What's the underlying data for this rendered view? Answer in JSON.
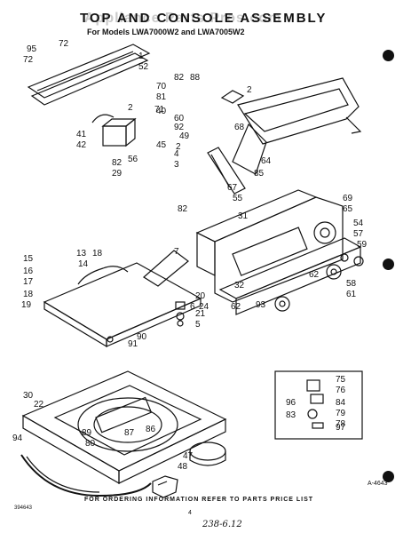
{
  "title": "TOP AND CONSOLE ASSEMBLY",
  "subtitle": "For Models LWA7000W2 and LWA7005W2",
  "watermark": "Appliance Parts Pros.com",
  "footer_text": "FOR ORDERING INFORMATION REFER TO PARTS PRICE LIST",
  "diagram_id": "A-4643",
  "doc_code": "394643",
  "page_mark": "4",
  "handwritten_note": "238-6.12",
  "part_numbers": [
    "95",
    "72",
    "72",
    "1",
    "52",
    "70",
    "81",
    "82",
    "88",
    "2",
    "2",
    "71",
    "40",
    "60",
    "92",
    "49",
    "2",
    "41",
    "42",
    "45",
    "56",
    "68",
    "82",
    "29",
    "4",
    "3",
    "67",
    "64",
    "85",
    "55",
    "69",
    "65",
    "82",
    "31",
    "7",
    "13",
    "18",
    "15",
    "14",
    "16",
    "17",
    "18",
    "19",
    "20",
    "21",
    "5",
    "6",
    "24",
    "93",
    "62",
    "62",
    "54",
    "57",
    "59",
    "58",
    "61",
    "32",
    "90",
    "91",
    "30",
    "22",
    "94",
    "89",
    "87",
    "86",
    "80",
    "47",
    "48",
    "75",
    "76",
    "84",
    "79",
    "83",
    "78",
    "96",
    "97"
  ],
  "colors": {
    "ink": "#111111",
    "paper": "#ffffff",
    "watermark": "#a0a0a0"
  }
}
